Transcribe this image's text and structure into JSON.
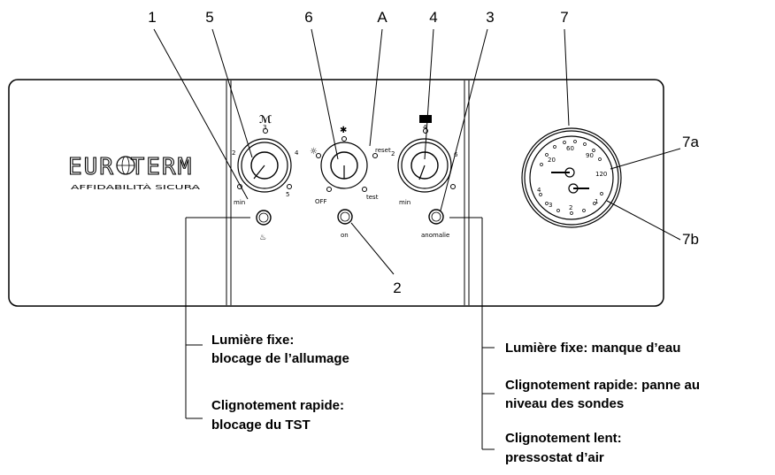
{
  "callouts": {
    "n1": "1",
    "n5": "5",
    "n6": "6",
    "nA": "A",
    "n4": "4",
    "n3": "3",
    "n7": "7",
    "n7a": "7a",
    "n7b": "7b",
    "n2": "2"
  },
  "brand": {
    "name": "EUR TERM",
    "tagline": "AFFIDABILITÀ SICURA"
  },
  "panel": {
    "knob_left_scale": [
      "min",
      "2",
      "3",
      "4",
      "5"
    ],
    "knob_mid_labels": {
      "off": "OFF",
      "reset": "reset",
      "test": "test"
    },
    "knob_right_scale": [
      "min",
      "2",
      "4",
      "6"
    ],
    "led_on_label": "on",
    "led_anomaly_label": "anomalie"
  },
  "gauge": {
    "scale_outer": [
      "20",
      "60",
      "90",
      "120"
    ],
    "scale_inner": [
      "4",
      "3",
      "2",
      "1"
    ]
  },
  "notes_left": {
    "fixed_title": "Lumière fixe:",
    "fixed_text": "blocage de l’allumage",
    "blink_title": "Clignotement rapide:",
    "blink_text": "blocage du TST"
  },
  "notes_right": {
    "fixed": "Lumière fixe: manque d’eau",
    "rapid_1": "Clignotement rapide: panne au",
    "rapid_2": "niveau des sondes",
    "slow_1": "Clignotement lent:",
    "slow_2": "pressostat d’air"
  }
}
